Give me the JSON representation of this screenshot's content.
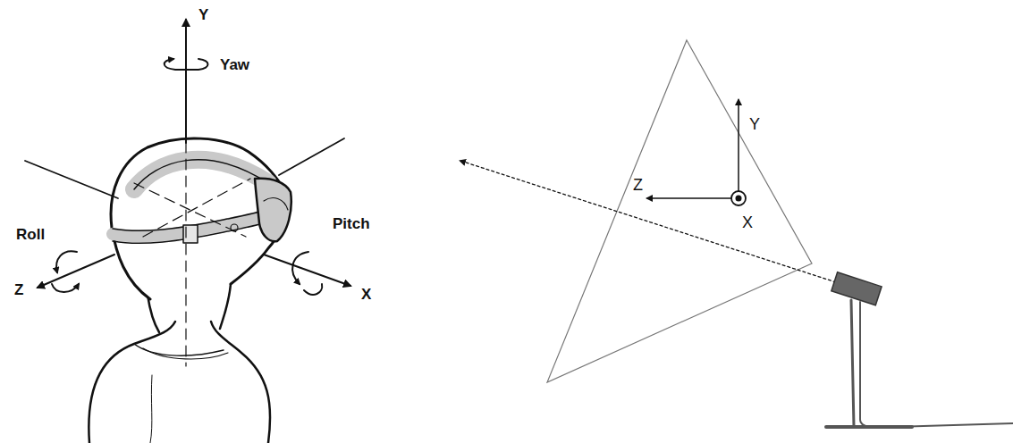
{
  "diagram": {
    "labels": [
      "Y",
      "Yaw",
      "Roll",
      "Z",
      "Pitch",
      "X",
      "Y",
      "Z",
      "X"
    ]
  }
}
